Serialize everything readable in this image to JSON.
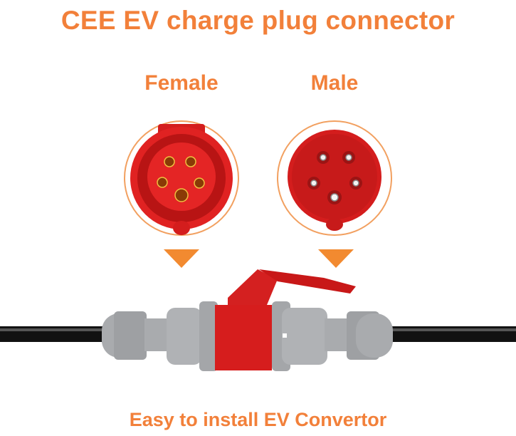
{
  "header": {
    "title": "CEE EV charge plug connector"
  },
  "connectors": [
    {
      "label": "Female",
      "type": "socket",
      "pins": 5
    },
    {
      "label": "Male",
      "type": "plug",
      "pins": 5
    }
  ],
  "footer": {
    "caption": "Easy to install EV Convertor"
  },
  "colors": {
    "accent": "#f2803a",
    "plug_red": "#d81e1e",
    "body_gray": "#a7a9ac",
    "cable": "#111111"
  }
}
